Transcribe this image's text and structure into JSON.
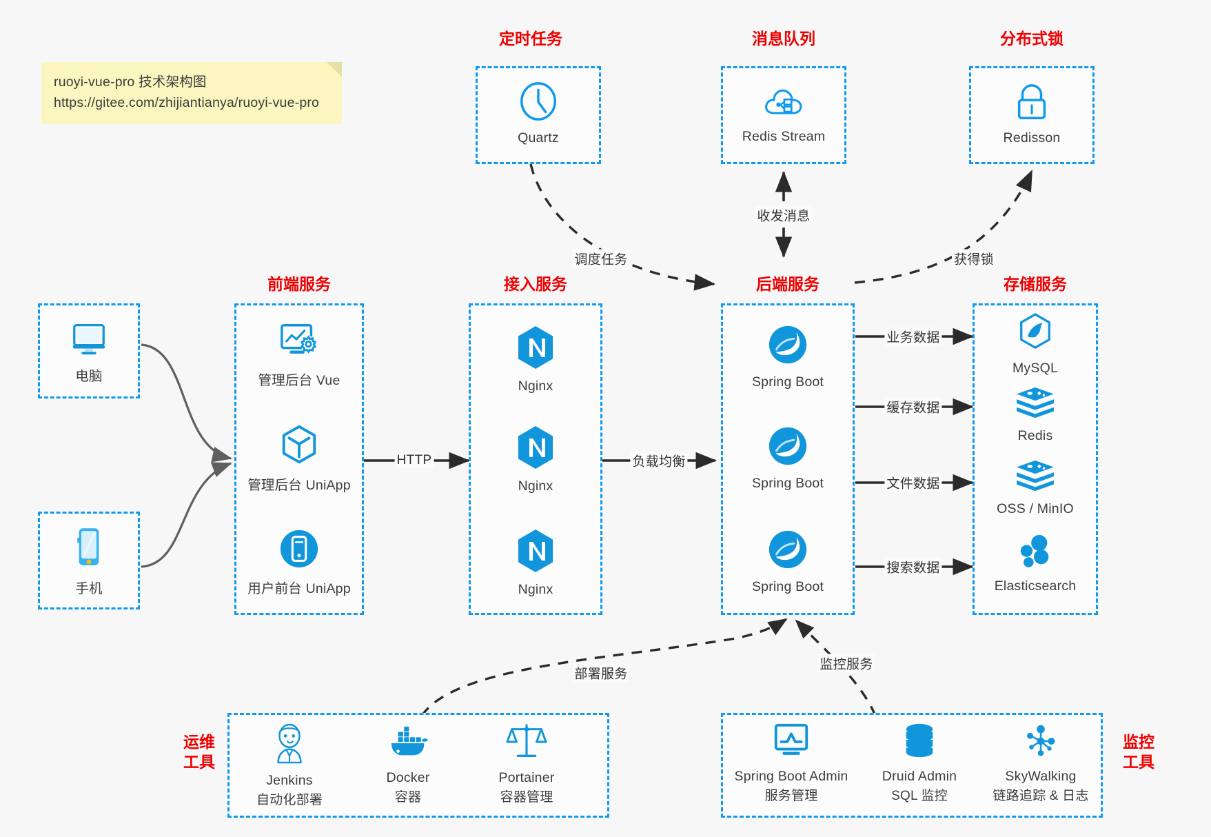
{
  "note": {
    "line1": "ruoyi-vue-pro 技术架构图",
    "line2": "https://gitee.com/zhijiantianya/ruoyi-vue-pro"
  },
  "colors": {
    "accent_blue": "#0f9aee",
    "icon_blue": "#1296db",
    "label_red": "#ef0000",
    "edge_gray": "#5f5f5f",
    "edge_black": "#2b2b2b",
    "canvas": "#f7f7f7",
    "note_yellow": "#fbf5bf"
  },
  "groups": {
    "scheduled_task": {
      "label": "定时任务",
      "nodes": [
        {
          "name": "Quartz",
          "icon": "clock-icon"
        }
      ]
    },
    "message_queue": {
      "label": "消息队列",
      "nodes": [
        {
          "name": "Redis Stream",
          "icon": "cloud-stream-icon"
        }
      ]
    },
    "distributed_lock": {
      "label": "分布式锁",
      "nodes": [
        {
          "name": "Redisson",
          "icon": "lock-icon"
        }
      ]
    },
    "clients": {
      "nodes": [
        {
          "name": "电脑",
          "icon": "desktop-monitor-icon"
        },
        {
          "name": "手机",
          "icon": "mobile-phone-icon"
        }
      ]
    },
    "frontend": {
      "label": "前端服务",
      "nodes": [
        {
          "name": "管理后台 Vue",
          "icon": "dashboard-settings-icon"
        },
        {
          "name": "管理后台 UniApp",
          "icon": "cube-icon"
        },
        {
          "name": "用户前台 UniApp",
          "icon": "mobile-circle-icon"
        }
      ]
    },
    "gateway": {
      "label": "接入服务",
      "nodes": [
        {
          "name": "Nginx",
          "icon": "nginx-icon"
        },
        {
          "name": "Nginx",
          "icon": "nginx-icon"
        },
        {
          "name": "Nginx",
          "icon": "nginx-icon"
        }
      ]
    },
    "backend": {
      "label": "后端服务",
      "nodes": [
        {
          "name": "Spring Boot",
          "icon": "spring-boot-icon"
        },
        {
          "name": "Spring Boot",
          "icon": "spring-boot-icon"
        },
        {
          "name": "Spring Boot",
          "icon": "spring-boot-icon"
        }
      ]
    },
    "storage": {
      "label": "存储服务",
      "nodes": [
        {
          "name": "MySQL",
          "icon": "mysql-dolphin-icon"
        },
        {
          "name": "Redis",
          "icon": "redis-stack-icon"
        },
        {
          "name": "OSS / MinIO",
          "icon": "redis-stack-icon"
        },
        {
          "name": "Elasticsearch",
          "icon": "elasticsearch-icon"
        }
      ]
    },
    "devops": {
      "label": "运维\n工具",
      "label_line1": "运维",
      "label_line2": "工具",
      "nodes": [
        {
          "name": "Jenkins",
          "sub": "自动化部署",
          "icon": "jenkins-butler-icon"
        },
        {
          "name": "Docker",
          "sub": "容器",
          "icon": "docker-whale-icon"
        },
        {
          "name": "Portainer",
          "sub": "容器管理",
          "icon": "scales-balance-icon"
        }
      ]
    },
    "monitoring": {
      "label_line1": "监控",
      "label_line2": "工具",
      "nodes": [
        {
          "name": "Spring Boot Admin",
          "sub": "服务管理",
          "icon": "monitor-chart-icon"
        },
        {
          "name": "Druid Admin",
          "sub": "SQL 监控",
          "icon": "database-cylinder-icon"
        },
        {
          "name": "SkyWalking",
          "sub": "链路追踪 & 日志",
          "icon": "skywalking-node-icon"
        }
      ]
    }
  },
  "edges": [
    {
      "id": "http",
      "label": "HTTP",
      "style": "solid"
    },
    {
      "id": "loadbalance",
      "label": "负载均衡",
      "style": "solid"
    },
    {
      "id": "biz-data",
      "label": "业务数据",
      "style": "solid"
    },
    {
      "id": "cache-data",
      "label": "缓存数据",
      "style": "solid"
    },
    {
      "id": "file-data",
      "label": "文件数据",
      "style": "solid"
    },
    {
      "id": "search-data",
      "label": "搜索数据",
      "style": "solid"
    },
    {
      "id": "schedule",
      "label": "调度任务",
      "style": "dashed"
    },
    {
      "id": "mq",
      "label": "收发消息",
      "style": "dashed"
    },
    {
      "id": "lock",
      "label": "获得锁",
      "style": "dashed"
    },
    {
      "id": "deploy",
      "label": "部署服务",
      "style": "dashed"
    },
    {
      "id": "monitor",
      "label": "监控服务",
      "style": "dashed"
    }
  ]
}
